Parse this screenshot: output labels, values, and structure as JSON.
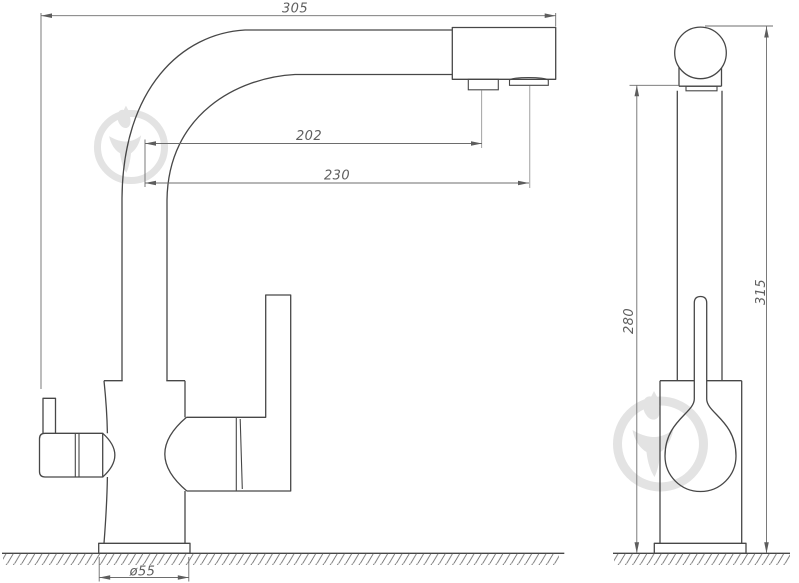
{
  "drawing": {
    "dimension_labels": {
      "spout_reach": "305",
      "main_outlet_offset": "202",
      "filter_outlet_offset": "230",
      "underspout_height": "280",
      "overall_height": "315",
      "base_diameter": "ø55"
    },
    "colors": {
      "outline": "#474747",
      "dimension": "#6d6d6d",
      "watermark": "#e3e3e3",
      "background": "#ffffff"
    },
    "watermark_icon": "circle-bird-logo-watermark"
  }
}
